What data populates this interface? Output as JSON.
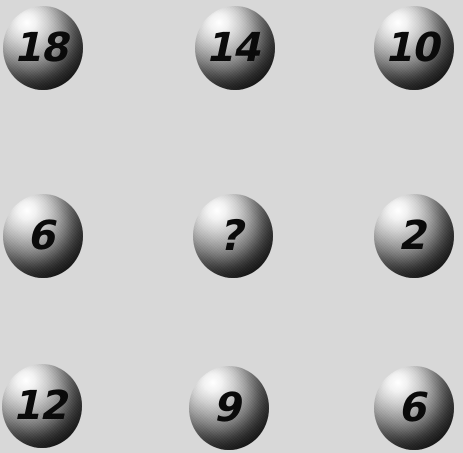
{
  "puzzle": {
    "rows": [
      [
        "18",
        "14",
        "10"
      ],
      [
        "6",
        "?",
        "2"
      ],
      [
        "12",
        "9",
        "6"
      ]
    ]
  }
}
